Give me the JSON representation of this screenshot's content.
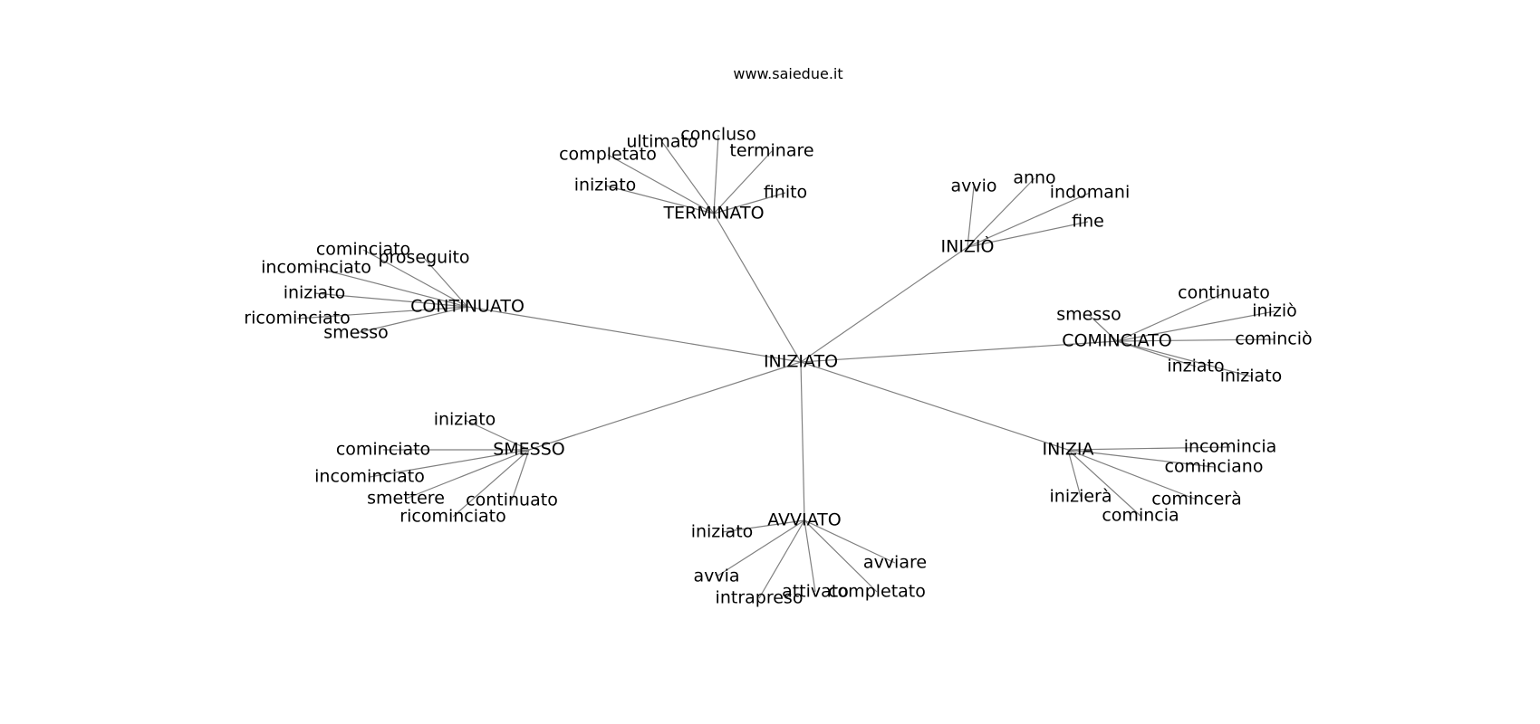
{
  "watermark": "www.saiedue.it",
  "diagram": {
    "type": "word-association-graph",
    "edge_color": "#808080",
    "center": "INIZIATO",
    "clusters": [
      {
        "hub": "TERMINATO",
        "words": [
          "concluso",
          "ultimato",
          "completato",
          "terminare",
          "iniziato",
          "finito"
        ]
      },
      {
        "hub": "INIZIÒ",
        "words": [
          "avvio",
          "anno",
          "indomani",
          "fine"
        ]
      },
      {
        "hub": "CONTINUATO",
        "words": [
          "cominciato",
          "proseguito",
          "incominciato",
          "iniziato",
          "ricominciato",
          "smesso"
        ]
      },
      {
        "hub": "COMINCIATO",
        "words": [
          "continuato",
          "smesso",
          "iniziò",
          "cominciò",
          "inziato",
          "iniziato"
        ]
      },
      {
        "hub": "SMESSO",
        "words": [
          "iniziato",
          "cominciato",
          "incominciato",
          "smettere",
          "continuato",
          "ricominciato"
        ]
      },
      {
        "hub": "INIZIA",
        "words": [
          "incomincia",
          "cominciano",
          "inizierà",
          "comincerà",
          "comincia"
        ]
      },
      {
        "hub": "AVVIATO",
        "words": [
          "iniziato",
          "avviare",
          "avvia",
          "attivato",
          "completato",
          "intrapreso"
        ]
      }
    ]
  }
}
